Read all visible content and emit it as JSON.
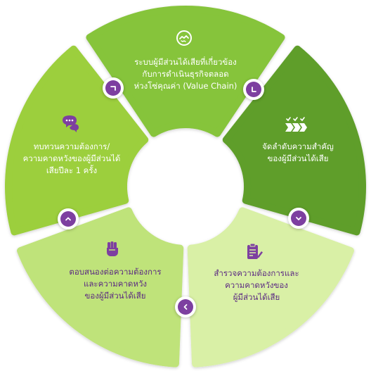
{
  "colors": {
    "segment_top": "#86c43a",
    "segment_right": "#5e9e2a",
    "segment_bottom_right": "#d9f0a6",
    "segment_bottom_left": "#bfe37a",
    "segment_left": "#9ccf3c",
    "icon_purple": "#7d3fa0",
    "text_white": "#ffffff",
    "text_purple": "#5b2a82"
  },
  "segments": [
    {
      "id": "top",
      "icon": "handshake-circle-icon",
      "lines": [
        "ระบบผู้มีส่วนได้เสียที่เกี่ยวข้อง",
        "กับการดำเนินธุรกิจตลอด",
        "ห่วงโซ่คุณค่า (Value Chain)"
      ]
    },
    {
      "id": "right",
      "icon": "priority-arrows-icon",
      "lines": [
        "จัดลำดับความสำคัญ",
        "ของผู้มีส่วนได้เสีย"
      ]
    },
    {
      "id": "bottom-right",
      "icon": "clipboard-survey-icon",
      "lines": [
        "สำรวจความต้องการและ",
        "ความคาดหวังของ",
        "ผู้มีส่วนได้เสีย"
      ]
    },
    {
      "id": "bottom-left",
      "icon": "raised-fist-icon",
      "lines": [
        "ตอบสนองต่อความต้องการ",
        "และความคาดหวัง",
        "ของผู้มีส่วนได้เสีย"
      ]
    },
    {
      "id": "left",
      "icon": "chat-bubbles-icon",
      "lines": [
        "ทบทวนความต้องการ/",
        "ความคาดหวังของผู้มีส่วนได้",
        "เสียปีละ 1 ครั้ง"
      ]
    }
  ]
}
